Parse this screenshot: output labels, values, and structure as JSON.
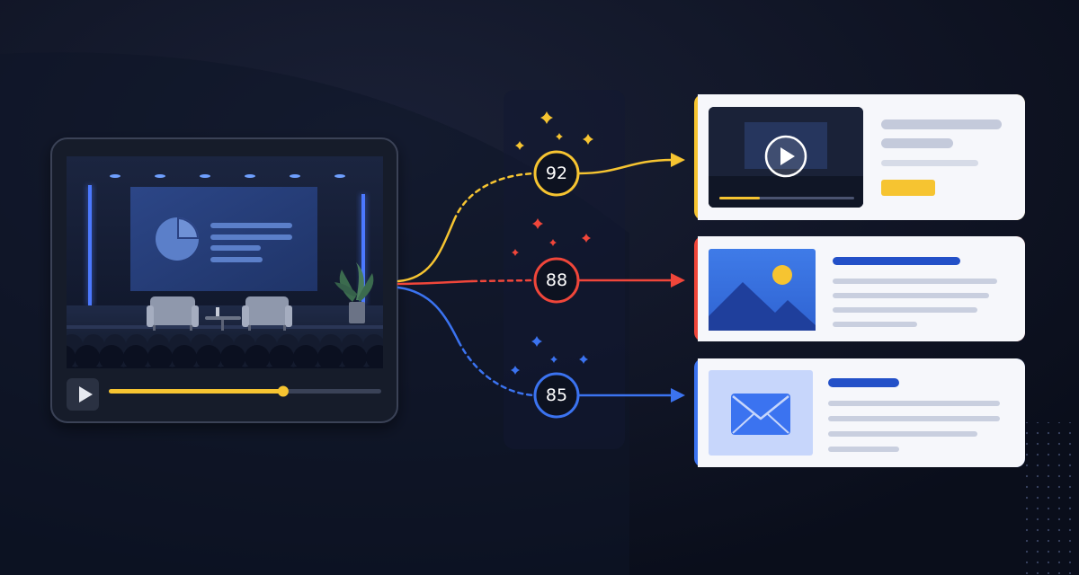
{
  "colors": {
    "background": "#0c1120",
    "video": "#f6c431",
    "image": "#f0463a",
    "email": "#3b73f0",
    "card": "#f6f7fb",
    "skeleton": "#c9cfdf"
  },
  "player": {
    "progress": 0.64,
    "play_icon": "play-icon",
    "scene": "stage-with-presentation-screen"
  },
  "scores": [
    {
      "id": "video",
      "value": "92",
      "color": "#f6c431",
      "icon": "sparkle-icon"
    },
    {
      "id": "image",
      "value": "88",
      "color": "#f0463a",
      "icon": "sparkle-icon"
    },
    {
      "id": "email",
      "value": "85",
      "color": "#3b73f0",
      "icon": "sparkle-icon"
    }
  ],
  "cards": [
    {
      "id": "video-card",
      "icon": "play-circle-icon",
      "accent": "#f6c431",
      "progress": 0.3
    },
    {
      "id": "image-card",
      "icon": "image-icon",
      "accent": "#f0463a"
    },
    {
      "id": "email-card",
      "icon": "envelope-icon",
      "accent": "#3b73f0"
    }
  ]
}
